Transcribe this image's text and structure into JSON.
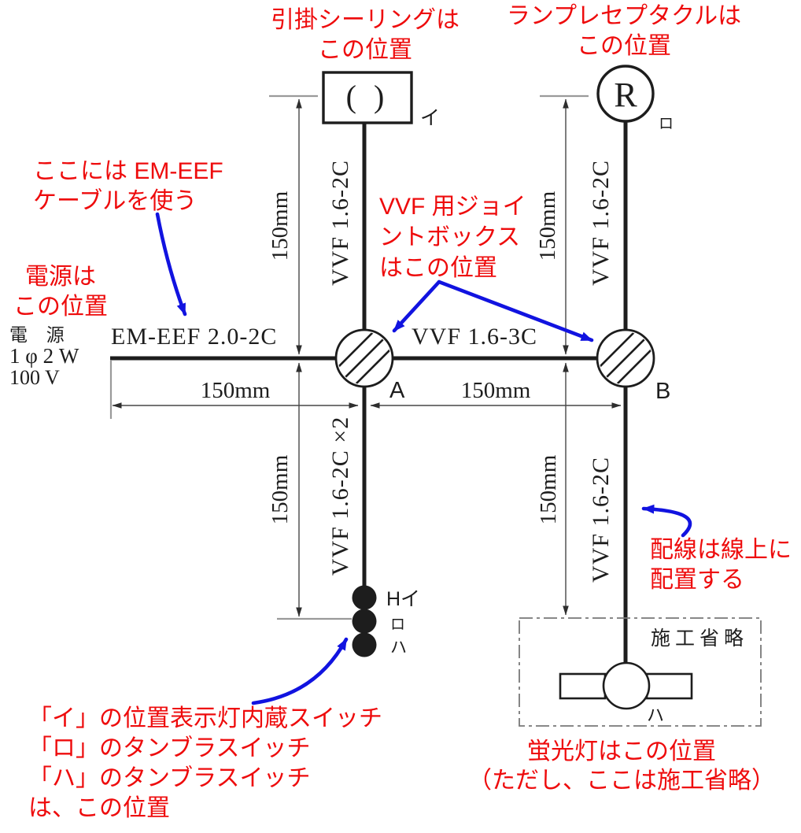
{
  "colors": {
    "red": "#ee0b0c",
    "blue": "#1113e0",
    "ink": "#1d1d1d",
    "dim": "#474747",
    "tick": "#9a9a9a"
  },
  "notes": {
    "ceiling": {
      "line1": "引掛シーリングは",
      "line2": "この位置"
    },
    "receptacle": {
      "line1": "ランプレセプタクルは",
      "line2": "この位置"
    },
    "em_eef_cable": {
      "line1": "ここには EM-EEF",
      "line2": "ケーブルを使う"
    },
    "power_source": {
      "line1": "電源は",
      "line2": "この位置"
    },
    "joint_box": {
      "line1": "VVF 用ジョイ",
      "line2": "ントボックス",
      "line3": "はこの位置"
    },
    "wiring_on_line": {
      "line1": "配線は線上に",
      "line2": "配置する"
    },
    "switch_note": {
      "line1": "「イ」の位置表示灯内蔵スイッチ",
      "line2": "「ロ」のタンブラスイッチ",
      "line3": "「ハ」のタンブラスイッチ",
      "line4": "は、この位置"
    },
    "fluorescent": {
      "line1": "蛍光灯はこの位置",
      "line2": "（ただし、ここは施工省略）"
    }
  },
  "power": {
    "line1": "電 源",
    "line2": "1 φ 2 W",
    "line3": "100 V"
  },
  "cable_labels": {
    "em_eef": "EM-EEF 2.0-2C",
    "vvf_3c": "VVF 1.6-3C",
    "vvf_2c_top_left": "VVF 1.6-2C",
    "vvf_2c_top_right": "VVF 1.6-2C",
    "vvf_2c_bottom_left": "VVF 1.6-2C ×2",
    "vvf_2c_bottom_right": "VVF 1.6-2C"
  },
  "dim_labels": {
    "top_left": "150mm",
    "top_right": "150mm",
    "bottom_left": "150mm",
    "bottom_right": "150mm",
    "h_left": "150mm",
    "h_right": "150mm"
  },
  "device_labels": {
    "junction_a": "A",
    "junction_b": "B",
    "ceiling_name": "イ",
    "receptacle_name": "ロ",
    "switch_set": "Hイ",
    "switch_ro": "ロ",
    "switch_ha": "ハ",
    "fluorescent_name": "ハ",
    "construction_omitted": "施工省略",
    "receptacle_symbol": "R",
    "ceiling_symbol": "( )"
  }
}
